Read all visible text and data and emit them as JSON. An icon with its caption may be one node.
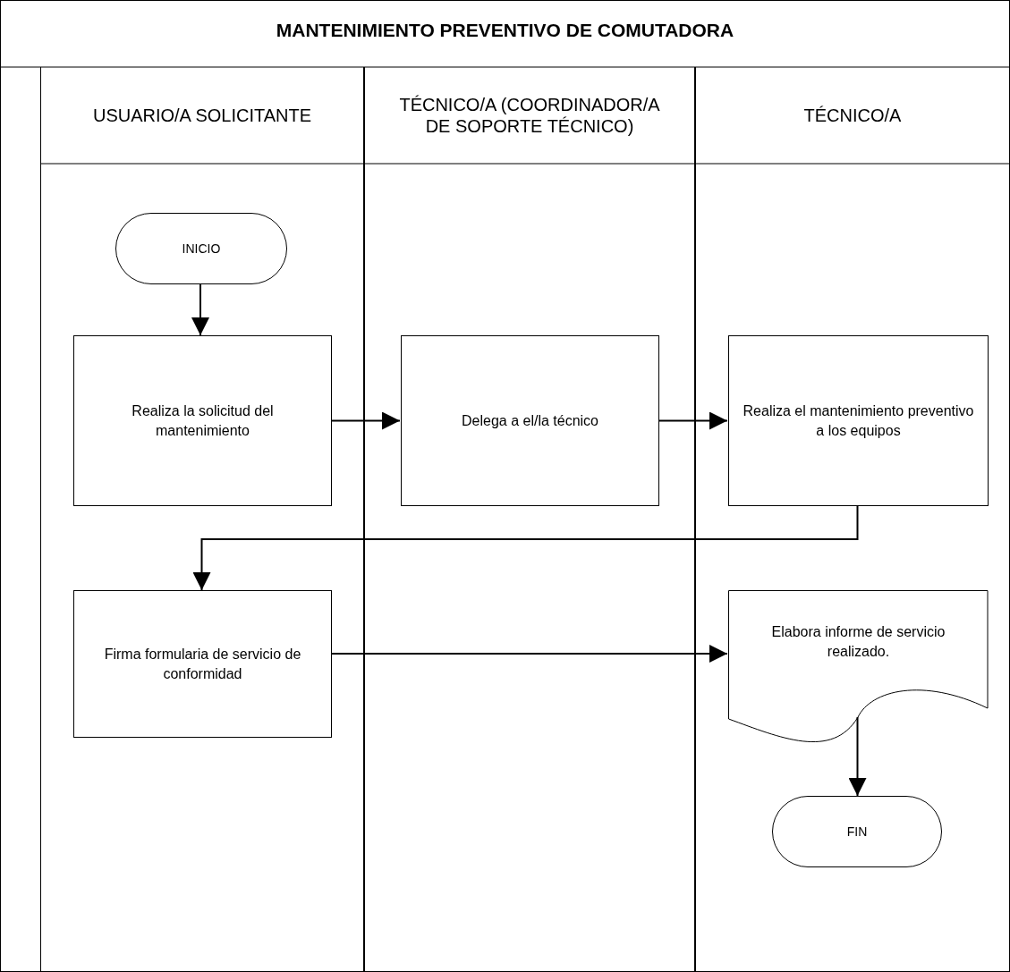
{
  "diagram": {
    "title": "MANTENIMIENTO PREVENTIVO DE COMUTADORA",
    "nodes": [
      {
        "text": [
          "USUARIO/A SOLICITANTE"
        ]
      },
      {
        "text": [
          "TÉCNICO/A (COORDINADOR/A DE SOPORTE TÉCNICO)"
        ]
      },
      {
        "text": [
          "TÉCNICO/A"
        ]
      },
      {
        "text": [
          "INICIO"
        ],
        "in": 0
      },
      {
        "text": [
          "Realiza la solicitud del mantenimiento"
        ],
        "in": 0
      },
      {
        "text": [
          "Delega a el/la técnico"
        ],
        "in": 1
      },
      {
        "text": [
          "Realiza el mantenimiento preventivo a los equipos"
        ],
        "in": 2
      },
      {
        "text": [
          "Firma formularia de servicio de conformidad"
        ],
        "in": 0
      },
      {
        "text": [
          "Elabora informe de servicio realizado."
        ],
        "in": 2
      },
      {
        "text": [
          "FIN"
        ],
        "in": 2
      }
    ],
    "edges": [
      {
        "from": 3,
        "to": 4,
        "arrow": "to"
      },
      {
        "from": 4,
        "to": 5,
        "arrow": "to"
      },
      {
        "from": 5,
        "to": 6,
        "arrow": "to"
      },
      {
        "from": 6,
        "to": 7,
        "arrow": "to"
      },
      {
        "from": 7,
        "to": 8,
        "arrow": "to"
      },
      {
        "from": 8,
        "to": 9,
        "arrow": "to"
      }
    ]
  }
}
